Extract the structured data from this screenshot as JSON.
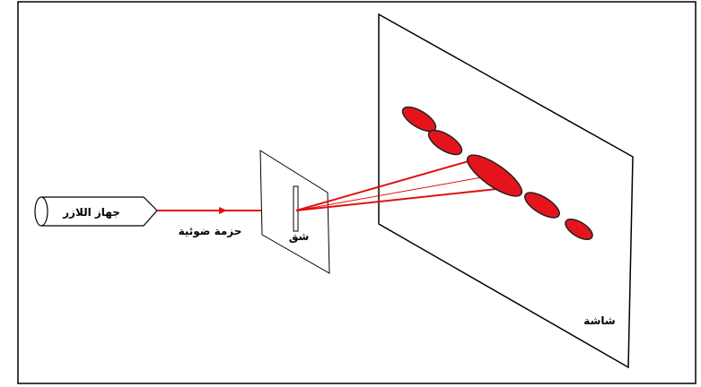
{
  "labels": {
    "laser": "جهاز اللازر",
    "beam": "حزمة ضوئية",
    "slit": "شق",
    "screen": "شاشة"
  },
  "colors": {
    "beam": "#e01010",
    "spot_fill": "#e5141c",
    "spot_stroke": "#222222",
    "outline": "#000000"
  }
}
